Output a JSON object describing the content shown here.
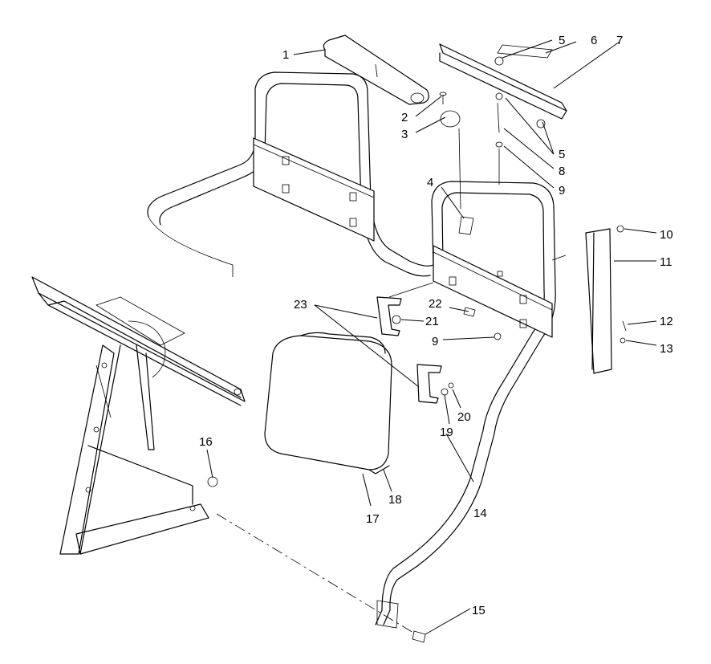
{
  "callouts": [
    {
      "label": "1"
    },
    {
      "label": "2"
    },
    {
      "label": "3"
    },
    {
      "label": "4"
    },
    {
      "label": "5"
    },
    {
      "label": "5"
    },
    {
      "label": "6"
    },
    {
      "label": "7"
    },
    {
      "label": "8"
    },
    {
      "label": "9"
    },
    {
      "label": "9"
    },
    {
      "label": "10"
    },
    {
      "label": "11"
    },
    {
      "label": "12"
    },
    {
      "label": "13"
    },
    {
      "label": "14"
    },
    {
      "label": "15"
    },
    {
      "label": "16"
    },
    {
      "label": "17"
    },
    {
      "label": "18"
    },
    {
      "label": "19"
    },
    {
      "label": "20"
    },
    {
      "label": "21"
    },
    {
      "label": "22"
    },
    {
      "label": "23"
    }
  ]
}
